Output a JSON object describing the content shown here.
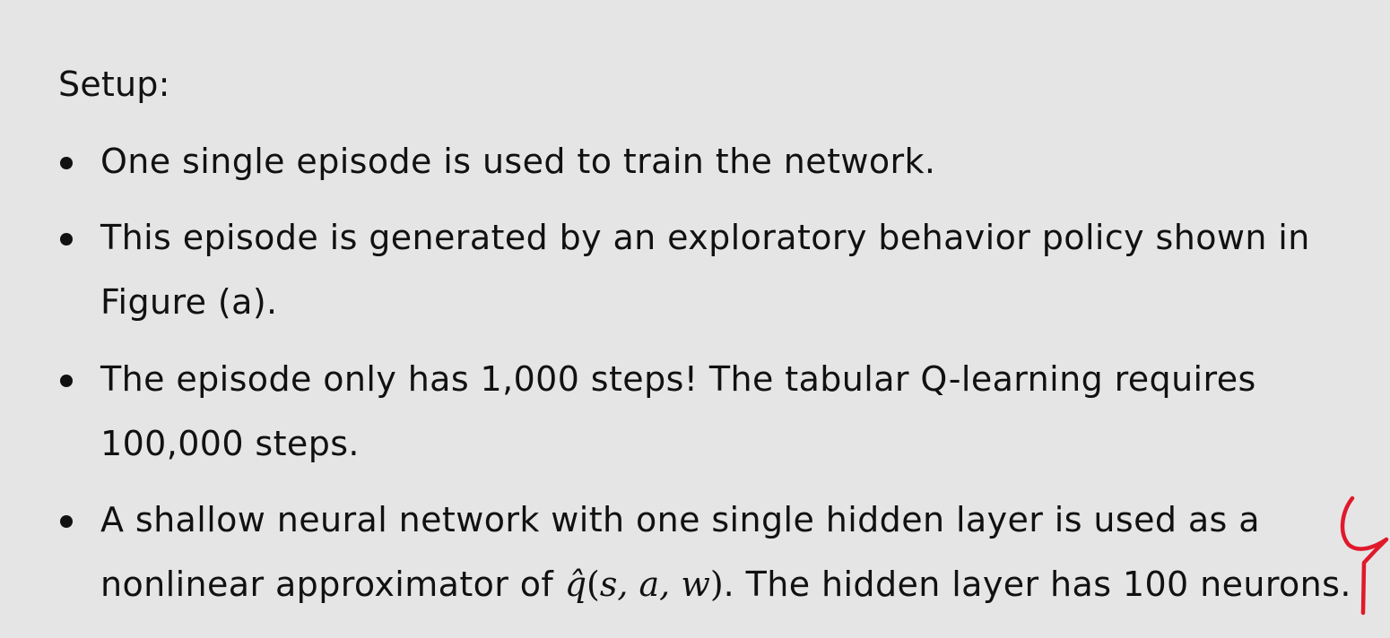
{
  "slide": {
    "heading": "Setup:",
    "bullets": [
      {
        "lines": [
          "One single episode is used to train the network."
        ]
      },
      {
        "lines": [
          "This episode is generated by an exploratory behavior policy shown in",
          "Figure (a)."
        ]
      },
      {
        "lines": [
          "The episode only has 1,000 steps!  The tabular Q-learning requires",
          "100,000 steps."
        ]
      },
      {
        "line1": "A shallow neural network with one single hidden layer is used as a",
        "line2_prefix": "nonlinear approximator of ",
        "formula": {
          "symbol": "q̂",
          "open_paren": "(",
          "args": "s, a, w",
          "close_paren": ")"
        },
        "line2_suffix": ".  The hidden layer has 100 neurons."
      }
    ]
  },
  "annotation": {
    "color": "#e0192b",
    "shape": "handwritten-bracket-mark"
  }
}
